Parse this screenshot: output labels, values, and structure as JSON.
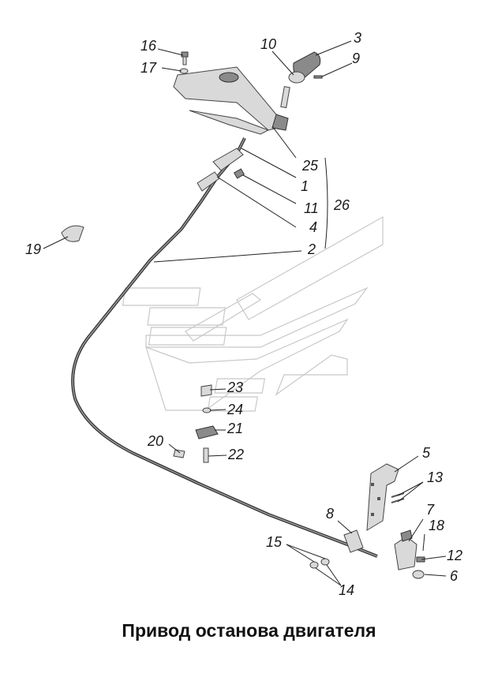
{
  "caption": "Привод останова двигателя",
  "callouts": [
    "1",
    "2",
    "3",
    "4",
    "5",
    "6",
    "7",
    "8",
    "9",
    "10",
    "11",
    "12",
    "13",
    "14",
    "15",
    "16",
    "17",
    "18",
    "19",
    "20",
    "21",
    "22",
    "23",
    "24",
    "25",
    "26"
  ],
  "colors": {
    "line": "#222222",
    "part_fill": "#d9d9d9",
    "part_dark": "#8a8a8a",
    "watermark": "#c8c8c8"
  }
}
